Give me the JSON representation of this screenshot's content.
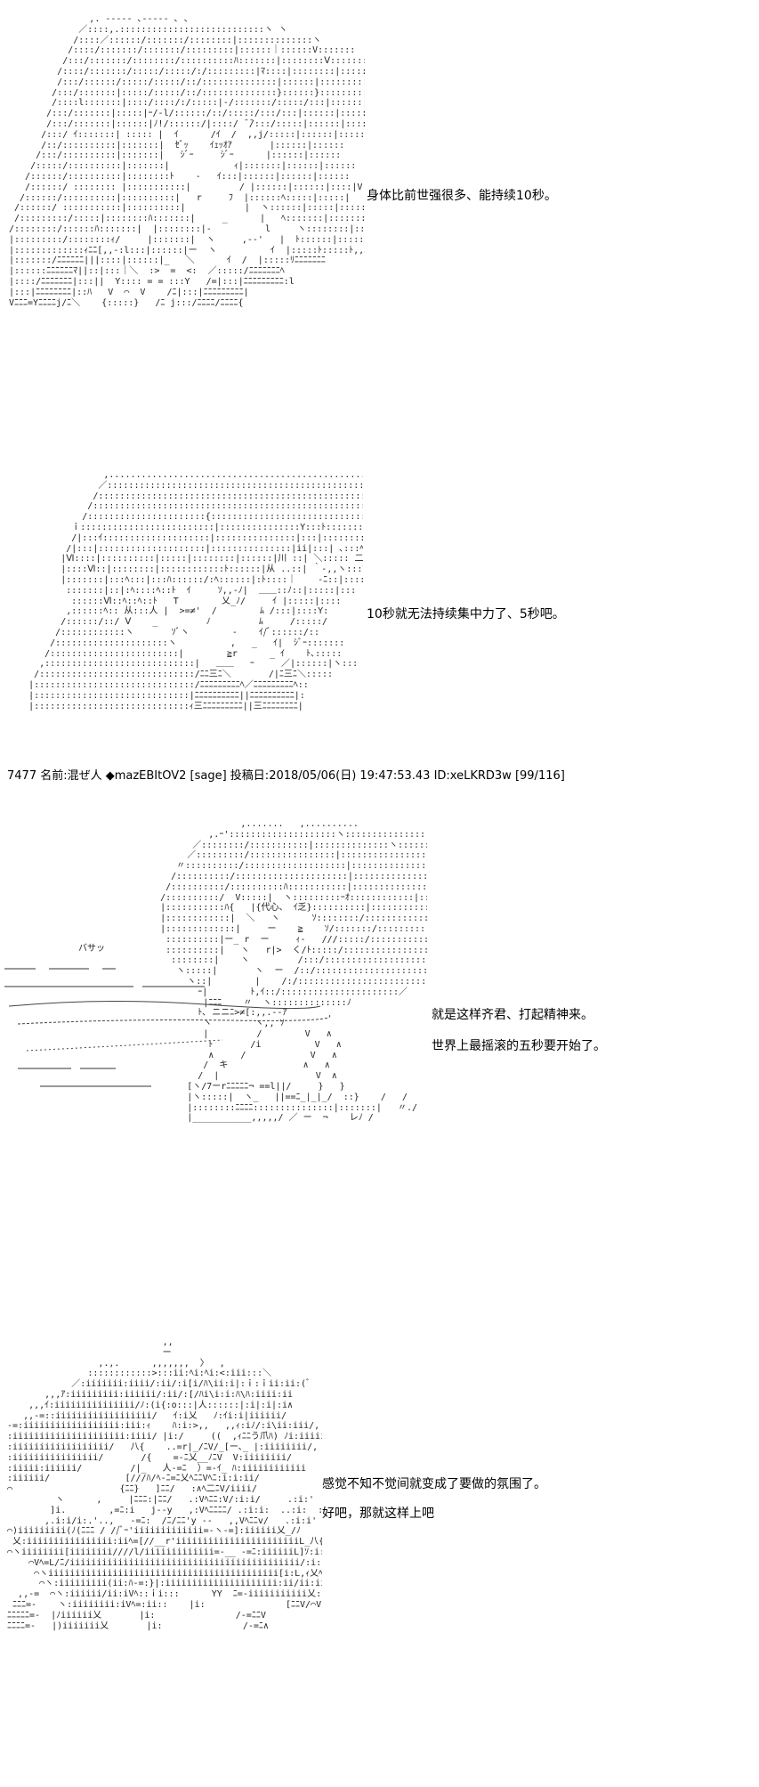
{
  "panels": [
    {
      "captions": [
        "身体比前世强很多、能持续10秒。"
      ],
      "art_text": [
        "ｾﾞｯ",
        "ｲｪｯ",
        "ｼﾞｰ",
        "ｲｪｯｵｱ",
        "ﾊﾟ"
      ]
    },
    {
      "captions": [
        "10秒就无法持续集中力了、5秒吧。"
      ]
    },
    {
      "post_header": "7477 名前:混ぜ人 ◆mazEBItOV2 [sage] 投稿日:2018/05/06(日) 19:47:53.43 ID:xeLKRD3w [99/116]",
      "sfx": "バサッ",
      "art_text": [
        "代心",
        "ｲ乏"
      ],
      "captions": [
        "就是这样齐君、打起精神来。",
        "世界上最摇滚的五秒要开始了。"
      ]
    },
    {
      "captions": [
        "感觉不知不觉间就变成了要做的氛围了。",
        "好吧，那就这样上吧"
      ]
    }
  ]
}
